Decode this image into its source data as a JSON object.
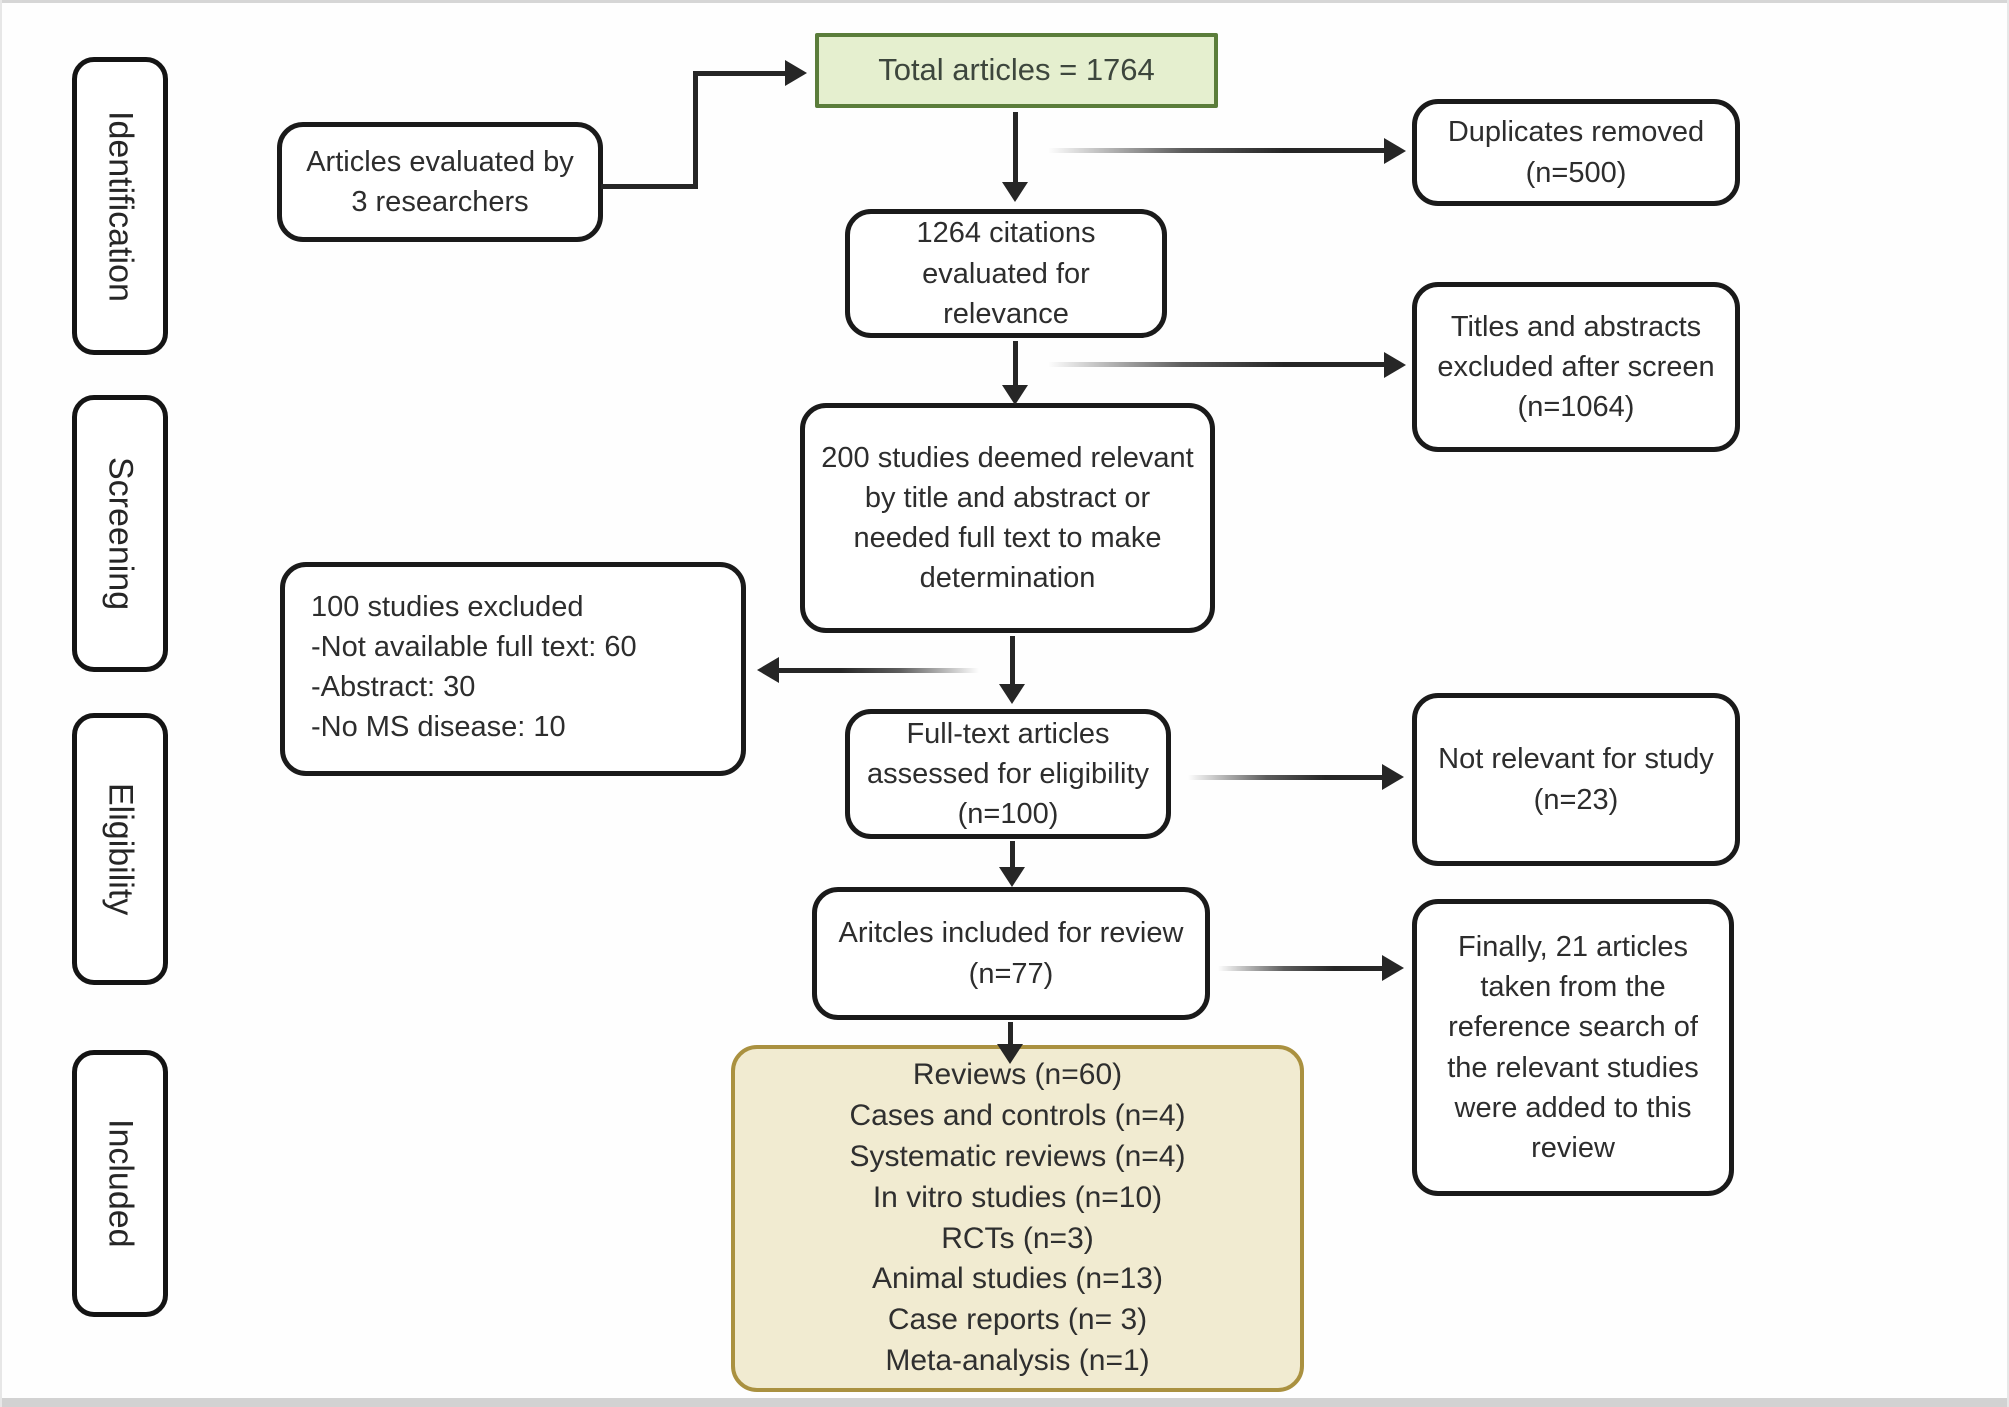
{
  "stages": {
    "identification": "Identification",
    "screening": "Screening",
    "eligibility": "Eligibility",
    "included": "Included"
  },
  "boxes": {
    "total_articles": "Total articles = 1764",
    "evaluated": "Articles evaluated by 3 researchers",
    "duplicates_removed": "Duplicates removed (n=500)",
    "citations": "1264 citations evaluated for relevance",
    "titles_excluded": "Titles and abstracts excluded after screen (n=1064)",
    "deemed_relevant": "200 studies deemed relevant by title and abstract or needed full text to make determination",
    "studies_excluded": {
      "lines": [
        "100 studies excluded",
        "-Not available full text:  60",
        "-Abstract: 30",
        "-No MS disease: 10"
      ]
    },
    "fulltext_assessed": "Full-text articles assessed for eligibility (n=100)",
    "not_relevant": "Not relevant for study (n=23)",
    "included_review": "Aritcles included for review (n=77)",
    "reference_added": "Finally, 21 articles taken from the reference search of the relevant studies were added to this review",
    "breakdown": {
      "lines": [
        "Reviews (n=60)",
        "Cases and controls (n=4)",
        "Systematic reviews (n=4)",
        "In vitro studies (n=10)",
        "RCTs (n=3)",
        "Animal studies (n=13)",
        "Case reports (n= 3)",
        "Meta-analysis (n=1)"
      ]
    }
  },
  "colors": {
    "box_border": "#1a1a1a",
    "arrow": "#262626",
    "green_fill": "#e5efcf",
    "green_border": "#5b7d3b",
    "yellow_fill": "#f1ebd1",
    "yellow_border": "#aa9140",
    "text": "#2d2d2d"
  }
}
